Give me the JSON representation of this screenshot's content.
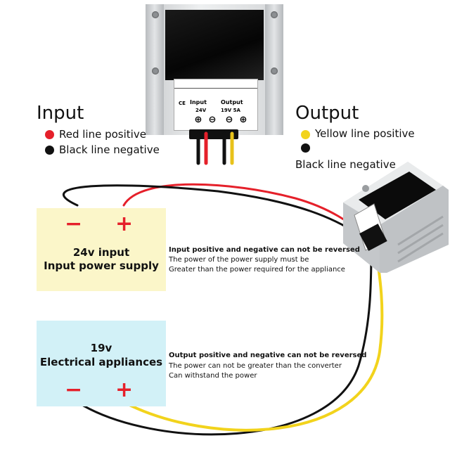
{
  "colors": {
    "red": "#e5202a",
    "black": "#111111",
    "yellow": "#f2d31c",
    "input_box": "#fbf6c9",
    "output_box": "#d2f1f7"
  },
  "converter_label": {
    "ce": "CE",
    "input": "Input",
    "output": "Output",
    "input_voltage": "24V",
    "output_spec": "19V 5A",
    "minus_symbol": "⊖",
    "plus_symbol": "⊕"
  },
  "input_legend": {
    "title": "Input",
    "items": [
      {
        "color": "#e5202a",
        "text": "Red line positive"
      },
      {
        "color": "#111111",
        "text": "Black line negative"
      }
    ]
  },
  "output_legend": {
    "title": "Output",
    "items": [
      {
        "color": "#f2d31c",
        "text": "Yellow line positive"
      },
      {
        "color": "#111111",
        "text": "Black line negative"
      }
    ]
  },
  "input_box": {
    "minus": "−",
    "plus": "+",
    "line1": "24v input",
    "line2": "Input power supply"
  },
  "output_box": {
    "line1": "19v",
    "line2": "Electrical appliances",
    "minus": "−",
    "plus": "+"
  },
  "input_note": {
    "bold": "Input positive and negative can not be reversed",
    "line1": "The power of the power supply must be",
    "line2": "Greater than the power required for the appliance"
  },
  "output_note": {
    "bold": "Output positive and negative can not be reversed",
    "line1": "The power can not be greater than the converter",
    "line2": "Can withstand the power"
  }
}
